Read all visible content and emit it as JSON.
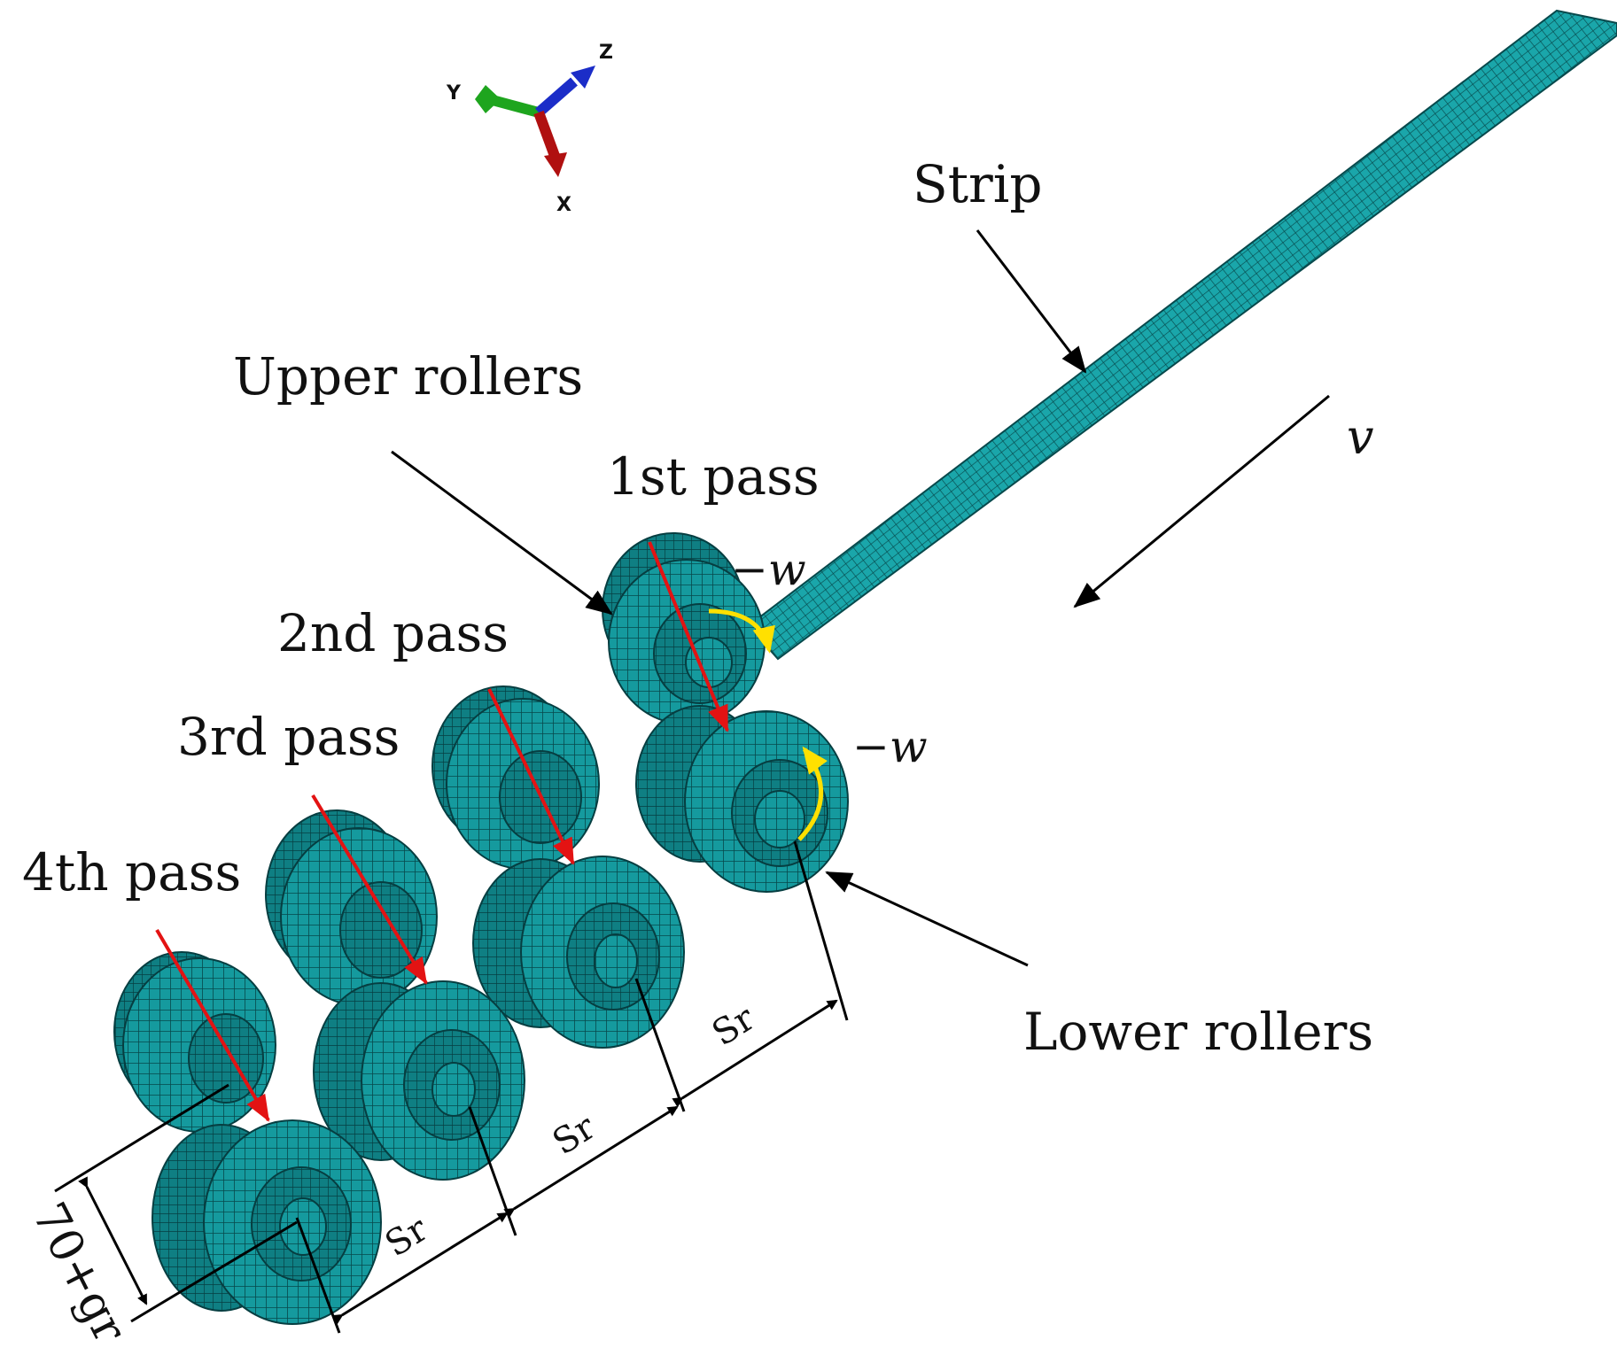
{
  "axes": {
    "y": "Y",
    "z": "Z",
    "x": "X"
  },
  "labels": {
    "strip": "Strip",
    "upper_rollers": "Upper rollers",
    "lower_rollers": "Lower rollers",
    "pass1": "1st pass",
    "pass2": "2nd pass",
    "pass3": "3rd pass",
    "pass4": "4th pass",
    "velocity": "v",
    "omega_upper": "−w",
    "omega_lower": "−w",
    "spacing_1": "Sr",
    "spacing_2": "Sr",
    "spacing_3": "Sr",
    "gap_dimension": "70+gr"
  },
  "colors": {
    "mesh": "#159a9e",
    "mesh_dark": "#0d6f73",
    "mesh_line": "#07494c",
    "pass_arrow": "#e31313",
    "rotation_arrow": "#ffe000",
    "axis_x": "#b01010",
    "axis_y": "#1ea51e",
    "axis_z": "#1b2dc8"
  }
}
